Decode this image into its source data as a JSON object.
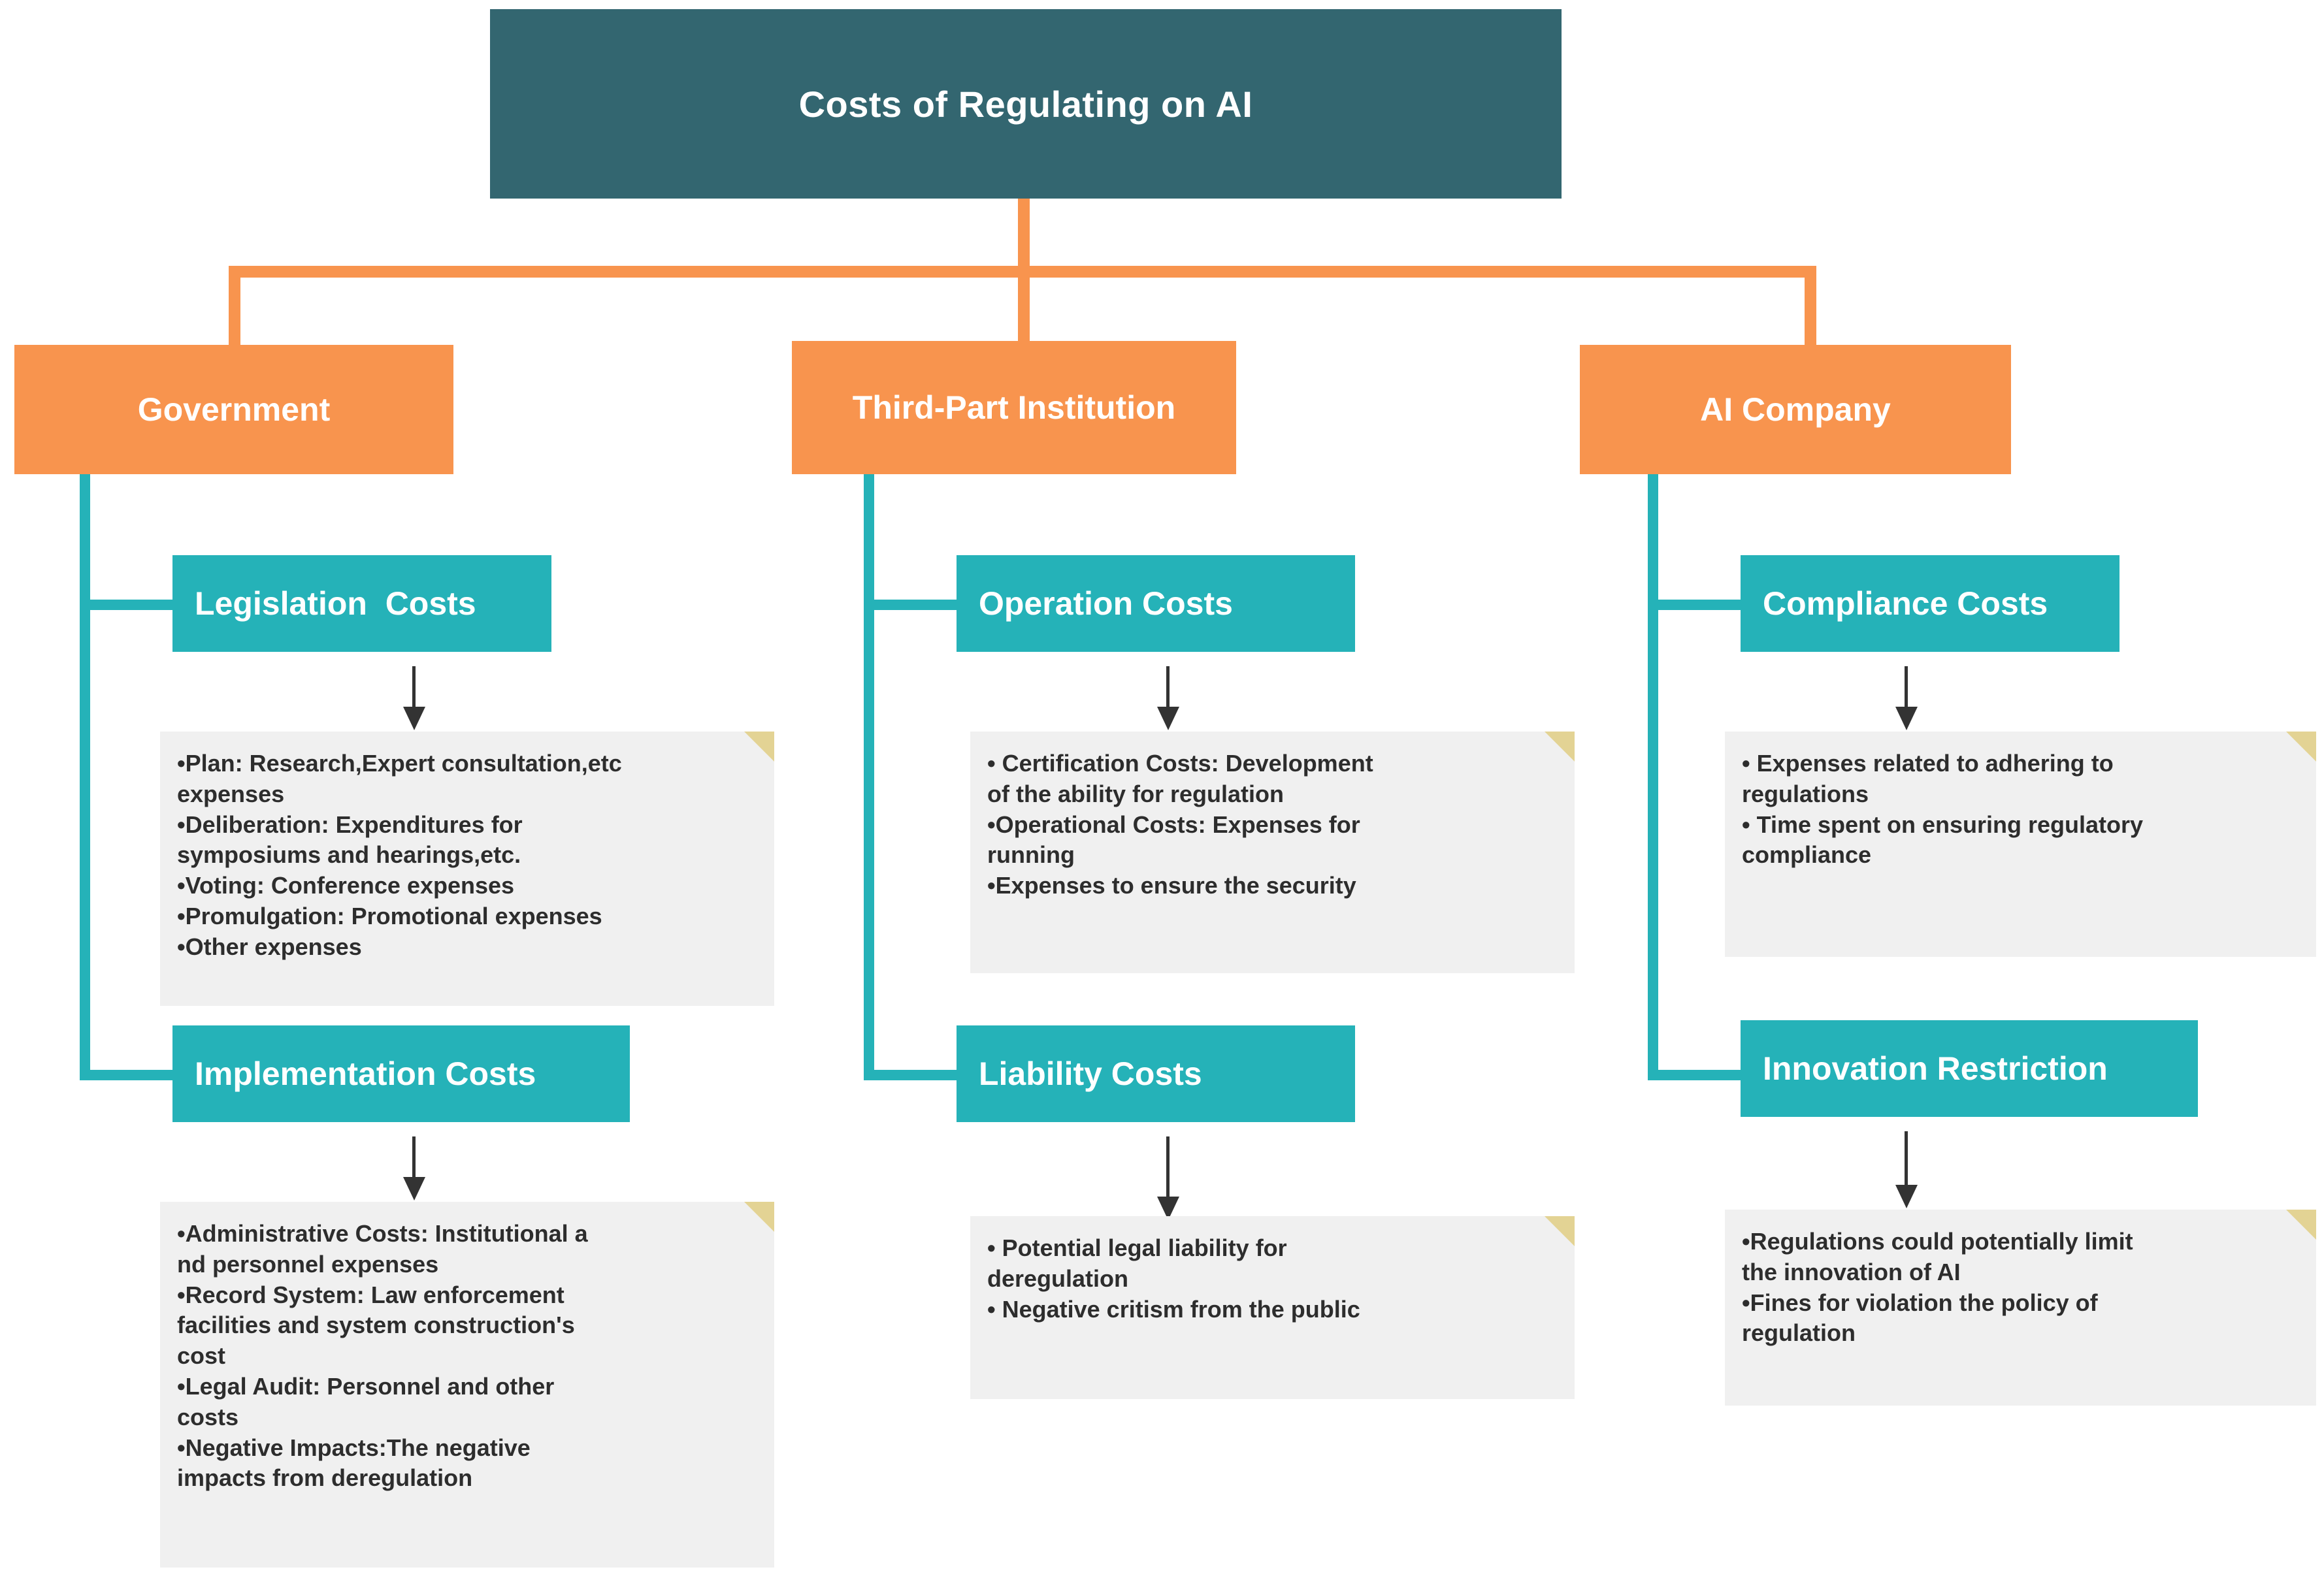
{
  "colors": {
    "root": "#336670",
    "level1": "#F8944E",
    "level2": "#25B2B8",
    "note_bg": "#F0F0F0",
    "note_fold": "#E3D394",
    "text_dark": "#2D2D2D",
    "background": "#FFFFFF"
  },
  "root": {
    "title": "Costs of Regulating on AI"
  },
  "branches": [
    {
      "id": "government",
      "label": "Government",
      "nodes": [
        {
          "id": "legislation-costs",
          "label": "Legislation  Costs",
          "items": [
            "•Plan:  Research,Expert consultation,etc",
            "  expenses",
            "•Deliberation:  Expenditures for",
            "symposiums and hearings,etc.",
            "•Voting:  Conference expenses",
            "•Promulgation:  Promotional expenses",
            "•Other expenses"
          ]
        },
        {
          "id": "implementation-costs",
          "label": "Implementation Costs",
          "items": [
            "•Administrative Costs:  Institutional a",
            "nd personnel expenses",
            "•Record System:  Law enforcement",
            "facilities and system construction's",
            "cost",
            "•Legal Audit: Personnel and other",
            "costs",
            "•Negative Impacts:The negative",
            "impacts from deregulation"
          ]
        }
      ]
    },
    {
      "id": "third-part-institution",
      "label": "Third-Part Institution",
      "nodes": [
        {
          "id": "operation-costs",
          "label": "Operation Costs",
          "items": [
            "• Certification Costs:  Development",
            "of the ability for  regulation",
            "•Operational Costs:  Expenses for",
            "running",
            "•Expenses to ensure the security"
          ]
        },
        {
          "id": "liability-costs",
          "label": "Liability Costs",
          "items": [
            "• Potential legal liability for",
            "deregulation",
            "• Negative critism from the public"
          ]
        }
      ]
    },
    {
      "id": "ai-company",
      "label": "AI Company",
      "nodes": [
        {
          "id": "compliance-costs",
          "label": "Compliance Costs",
          "items": [
            "• Expenses related to adhering to",
            "regulations",
            "• Time spent on ensuring regulatory",
            "compliance"
          ]
        },
        {
          "id": "innovation-restriction",
          "label": "Innovation Restriction",
          "items": [
            "•Regulations could potentially limit",
            "the innovation of AI",
            "•Fines for violation the policy of",
            "regulation"
          ]
        }
      ]
    }
  ]
}
